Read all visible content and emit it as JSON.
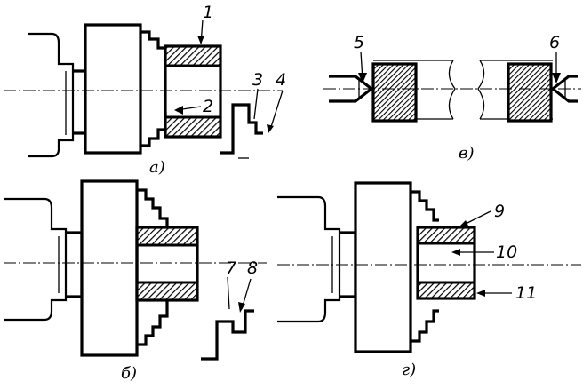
{
  "figure": {
    "captions": {
      "a": "а)",
      "b": "б)",
      "v": "в)",
      "g": "г)"
    },
    "labels": {
      "n1": "1",
      "n2": "2",
      "n3": "3",
      "n4": "4",
      "n5": "5",
      "n6": "6",
      "n7": "7",
      "n8": "8",
      "n9": "9",
      "n10": "10",
      "n11": "11"
    }
  }
}
